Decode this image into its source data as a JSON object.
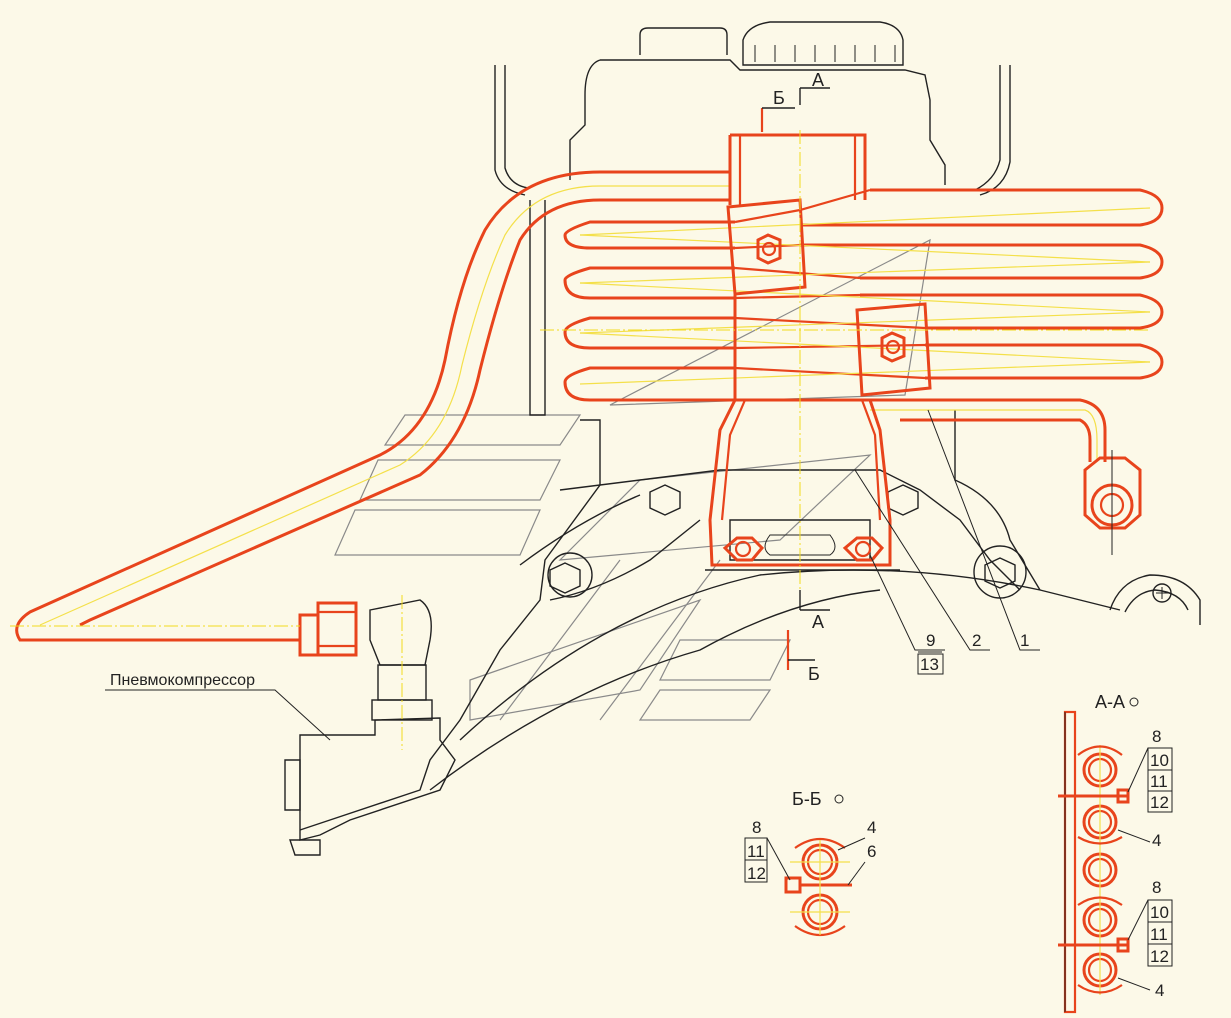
{
  "labels": {
    "compressor": "Пневмокомпрессор",
    "section_a_top": "А",
    "section_b_top": "Б",
    "section_a_bottom": "А",
    "section_b_bottom": "Б",
    "view_aa": "А-А",
    "view_bb": "Б-Б"
  },
  "callouts_main": [
    "1",
    "2",
    "9",
    "13"
  ],
  "callouts_bb": [
    "8",
    "11",
    "12",
    "4",
    "6"
  ],
  "callouts_aa": [
    "8",
    "10",
    "11",
    "12",
    "4",
    "8",
    "10",
    "11",
    "12",
    "4"
  ],
  "colors": {
    "background": "#fcf9e8",
    "pipe": "#e8441c",
    "centerline": "#f2da1e",
    "outline": "#222222",
    "hidden": "#8a8a8a"
  }
}
